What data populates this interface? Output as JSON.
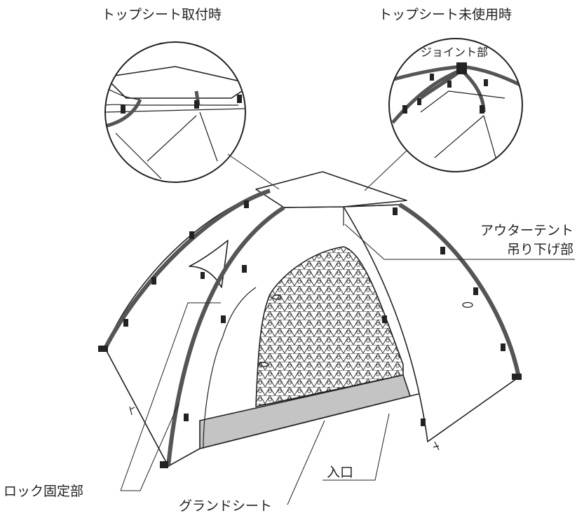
{
  "labels": {
    "top_sheet_attached": "トップシート取付時",
    "top_sheet_unused": "トップシート未使用時",
    "joint": "ジョイント部",
    "outer_tent_line1": "アウターテント",
    "outer_tent_line2": "吊り下げ部",
    "lock": "ロック固定部",
    "ground_sheet": "グランドシート",
    "entrance": "入口"
  },
  "colors": {
    "line": "#222222",
    "pole": "#555555",
    "ground_sheet": "#c4c4c4",
    "mesh": "#333333"
  }
}
